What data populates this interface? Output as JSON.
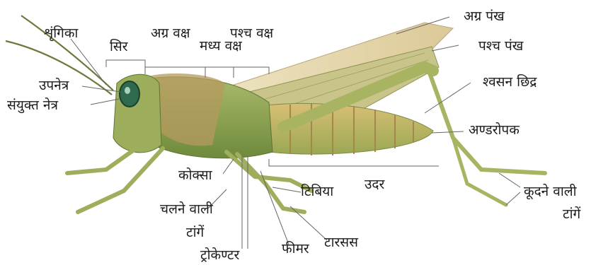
{
  "labels": {
    "antenna": "शृंगिका",
    "head": "सिर",
    "prothorax": "अग्र वक्ष",
    "mesothorax": "मध्य वक्ष",
    "metathorax": "पश्च वक्ष",
    "forewing": "अग्र पंख",
    "hindwing": "पश्च पंख",
    "ocellus": "उपनेत्र",
    "compound_eye": "संयुक्त नेत्र",
    "spiracle": "श्वसन छिद्र",
    "ovipositor": "अण्डरोपक",
    "abdomen": "उदर",
    "coxa": "कोक्सा",
    "tibia": "टिबिया",
    "walking_legs_line1": "चलने वाली",
    "walking_legs_line2": "टांगें",
    "jumping_legs_line1": "कूदने वाली",
    "jumping_legs_line2": "टांगें",
    "trochanter": "ट्रोकेण्टर",
    "femur": "फीमर",
    "tarsus": "टारसस"
  },
  "colors": {
    "body_green": "#9aae5a",
    "wing": "#e6d6a6",
    "abdomen_stripe": "#c9a85e",
    "eye": "#2d6b50",
    "leader_line": "#555555"
  }
}
